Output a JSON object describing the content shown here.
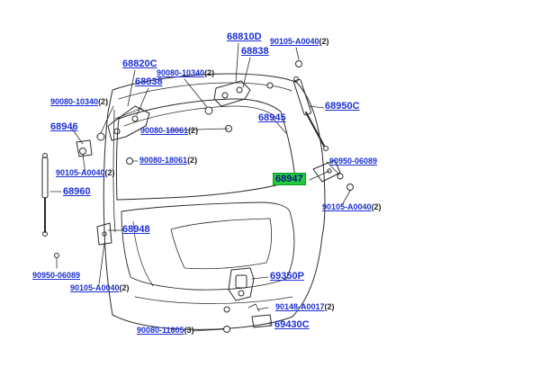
{
  "diagram": {
    "title": "",
    "colors": {
      "link": "#1c2fd6",
      "highlight": "#22c93b",
      "line": "#2a2a2a"
    },
    "callouts": [
      {
        "id": "c68810D",
        "part": "68810D",
        "qty": ""
      },
      {
        "id": "c68838a",
        "part": "68838",
        "qty": ""
      },
      {
        "id": "c90105a",
        "part": "90105-A0040",
        "qty": "(2)"
      },
      {
        "id": "c68820C",
        "part": "68820C",
        "qty": ""
      },
      {
        "id": "c90080a",
        "part": "90080-10340",
        "qty": "(2)"
      },
      {
        "id": "c68838b",
        "part": "68838",
        "qty": ""
      },
      {
        "id": "c90080b",
        "part": "90080-10340",
        "qty": "(2)"
      },
      {
        "id": "c68950C",
        "part": "68950C",
        "qty": ""
      },
      {
        "id": "c68945",
        "part": "68945",
        "qty": ""
      },
      {
        "id": "c68946",
        "part": "68946",
        "qty": ""
      },
      {
        "id": "c90080c",
        "part": "90080-18061",
        "qty": "(2)"
      },
      {
        "id": "c90080d",
        "part": "90080-18061",
        "qty": "(2)"
      },
      {
        "id": "c90950a",
        "part": "90950-06089",
        "qty": ""
      },
      {
        "id": "c90105b",
        "part": "90105-A0040",
        "qty": "(2)"
      },
      {
        "id": "c68947",
        "part": "68947",
        "qty": "",
        "highlight": true
      },
      {
        "id": "c68960",
        "part": "68960",
        "qty": ""
      },
      {
        "id": "c90105c",
        "part": "90105-A0040",
        "qty": "(2)"
      },
      {
        "id": "c68948",
        "part": "68948",
        "qty": ""
      },
      {
        "id": "c90950b",
        "part": "90950-06089",
        "qty": ""
      },
      {
        "id": "c69350P",
        "part": "69350P",
        "qty": ""
      },
      {
        "id": "c90105d",
        "part": "90105-A0040",
        "qty": "(2)"
      },
      {
        "id": "c90148",
        "part": "90148-A0017",
        "qty": "(2)"
      },
      {
        "id": "c69430C",
        "part": "69430C",
        "qty": ""
      },
      {
        "id": "c90080e",
        "part": "90080-11605",
        "qty": "(3)"
      }
    ]
  }
}
